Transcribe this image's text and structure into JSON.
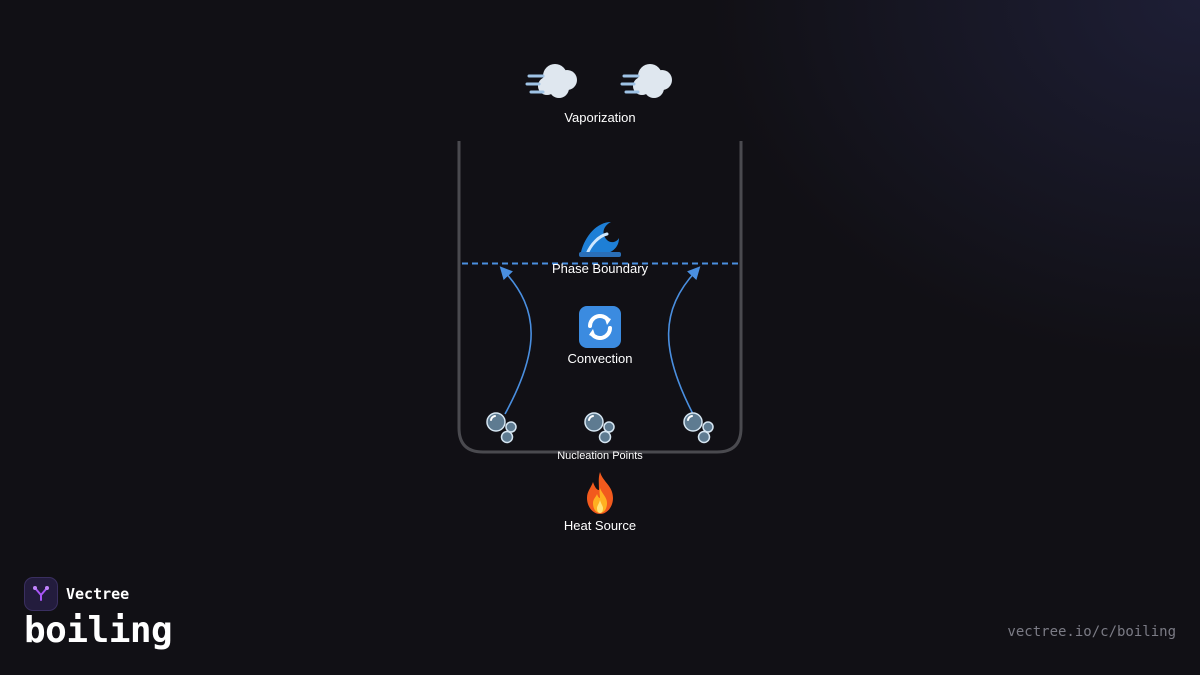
{
  "brand": {
    "name": "Vectree",
    "accent_color": "#a855f7",
    "logo_icon": "tree-branch-icon"
  },
  "topic": {
    "title": "boiling",
    "url": "vectree.io/c/boiling"
  },
  "diagram": {
    "container_color": "#4a4a4f",
    "flow_color": "#4a8fe0",
    "boundary_color": "#4a8fe0",
    "nodes": {
      "vaporization": {
        "label": "Vaporization",
        "icon": "steam-icon"
      },
      "phase_boundary": {
        "label": "Phase Boundary",
        "icon": "wave-icon"
      },
      "convection": {
        "label": "Convection",
        "icon": "cycle-arrows-icon"
      },
      "nucleation": {
        "label": "Nucleation Points",
        "icon": "bubbles-icon"
      },
      "heat_source": {
        "label": "Heat Source",
        "icon": "fire-icon"
      }
    }
  }
}
